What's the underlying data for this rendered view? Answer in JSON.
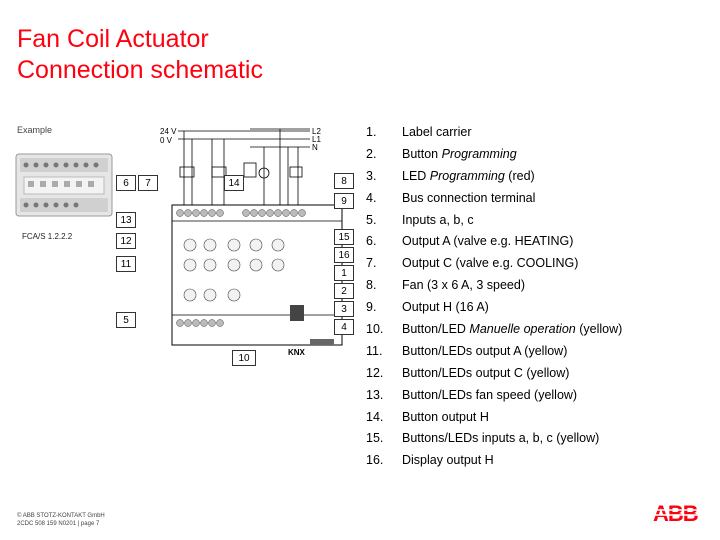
{
  "title_line1": "Fan Coil Actuator",
  "title_line2": "Connection schematic",
  "example_label": "Example",
  "device_label": "FCA/S 1.2.2.2",
  "schematic": {
    "supply_24v": "24 V",
    "supply_0v": "0 V",
    "l2": "L2",
    "l1": "L1",
    "n": "N",
    "knx": "KNX"
  },
  "callouts": [
    "6",
    "7",
    "14",
    "13",
    "12",
    "11",
    "5",
    "10",
    "8",
    "9",
    "15",
    "16",
    "1",
    "2",
    "3",
    "4"
  ],
  "legend": [
    {
      "num": "1.",
      "text": "Label carrier"
    },
    {
      "num": "2.",
      "text_prefix": "Button ",
      "text_em": "Programming",
      "text_suffix": ""
    },
    {
      "num": "3.",
      "text_prefix": "LED ",
      "text_em": "Programming",
      "text_suffix": " (red)"
    },
    {
      "num": "4.",
      "text": "Bus connection terminal"
    },
    {
      "num": "5.",
      "text": "Inputs a, b, c"
    },
    {
      "num": "6.",
      "text": "Output A (valve e.g. HEATING)"
    },
    {
      "num": "7.",
      "text": "Output C (valve e.g. COOLING)"
    },
    {
      "num": "8.",
      "text": "Fan (3 x 6 A, 3 speed)"
    },
    {
      "num": "9.",
      "text": "Output H (16 A)"
    },
    {
      "num": "10.",
      "text_prefix": "Button/LED ",
      "text_em": "Manuelle operation",
      "text_suffix": " (yellow)"
    },
    {
      "num": "11.",
      "text": "Button/LEDs output A (yellow)"
    },
    {
      "num": "12.",
      "text": "Button/LEDs output C (yellow)"
    },
    {
      "num": "13.",
      "text": "Button/LEDs fan speed (yellow)"
    },
    {
      "num": "14.",
      "text": "Button output H"
    },
    {
      "num": "15.",
      "text": "Buttons/LEDs inputs a, b, c (yellow)"
    },
    {
      "num": "16.",
      "text": "Display output H"
    }
  ],
  "footer_line1": "© ABB STOTZ-KONTAKT GmbH",
  "footer_line2": "2CDC 508 159 N0201   | page 7",
  "logo_text": "ABB",
  "colors": {
    "title": "#ff000f",
    "logo": "#ff000f"
  }
}
